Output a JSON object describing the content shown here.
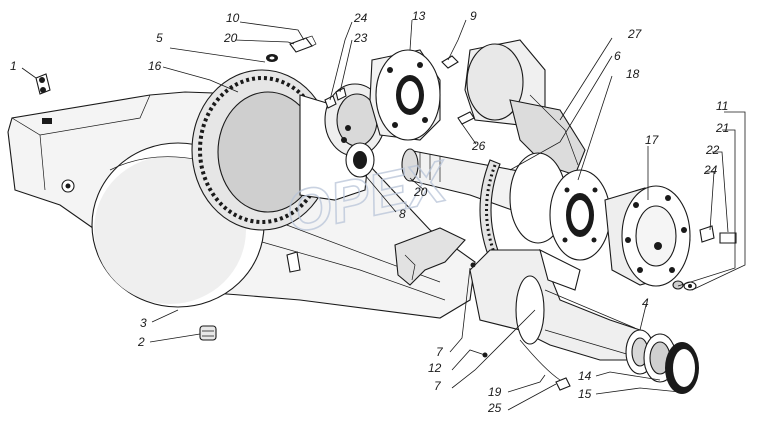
{
  "watermark": "OPEX",
  "callouts": [
    {
      "id": "c1",
      "text": "1"
    },
    {
      "id": "c2",
      "text": "2"
    },
    {
      "id": "c3",
      "text": "3"
    },
    {
      "id": "c4",
      "text": "4"
    },
    {
      "id": "c5",
      "text": "5"
    },
    {
      "id": "c6",
      "text": "6"
    },
    {
      "id": "c7a",
      "text": "7"
    },
    {
      "id": "c7b",
      "text": "7"
    },
    {
      "id": "c8",
      "text": "8"
    },
    {
      "id": "c9",
      "text": "9"
    },
    {
      "id": "c10",
      "text": "10"
    },
    {
      "id": "c11",
      "text": "11"
    },
    {
      "id": "c12",
      "text": "12"
    },
    {
      "id": "c13",
      "text": "13"
    },
    {
      "id": "c14",
      "text": "14"
    },
    {
      "id": "c15",
      "text": "15"
    },
    {
      "id": "c16",
      "text": "16"
    },
    {
      "id": "c17",
      "text": "17"
    },
    {
      "id": "c18",
      "text": "18"
    },
    {
      "id": "c19",
      "text": "19"
    },
    {
      "id": "c20a",
      "text": "20"
    },
    {
      "id": "c20b",
      "text": "20"
    },
    {
      "id": "c21",
      "text": "21"
    },
    {
      "id": "c22",
      "text": "22"
    },
    {
      "id": "c23",
      "text": "23"
    },
    {
      "id": "c24a",
      "text": "24"
    },
    {
      "id": "c24b",
      "text": "24"
    },
    {
      "id": "c25",
      "text": "25"
    },
    {
      "id": "c26",
      "text": "26"
    },
    {
      "id": "c27",
      "text": "27"
    }
  ]
}
